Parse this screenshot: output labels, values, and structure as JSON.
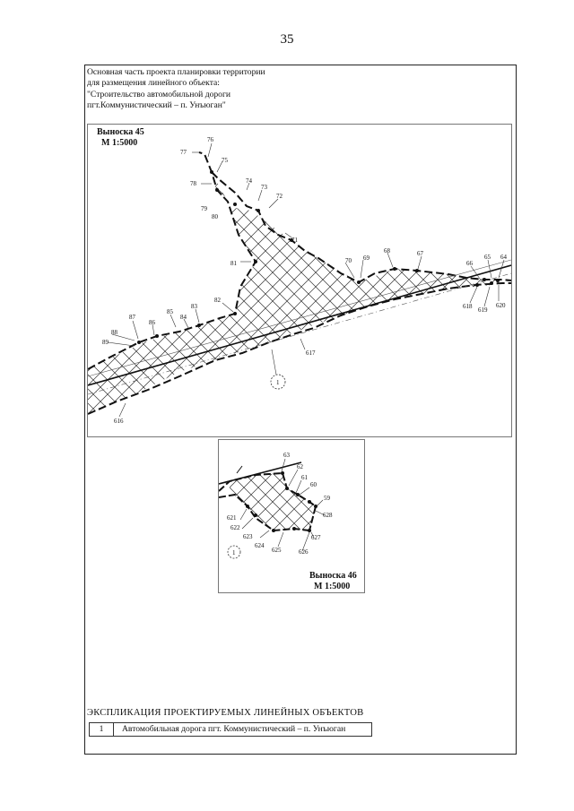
{
  "page": {
    "number": "35"
  },
  "header": {
    "lines": [
      "Основная часть проекта планировки территории",
      "для размещения линейного объекта:",
      "\"Строительство автомобильной дороги",
      "пгт.Коммунистический – п. Унъюган\""
    ]
  },
  "inset45": {
    "title": "Выноска 45",
    "scale": "М 1:5000",
    "point_labels": [
      "76",
      "77",
      "75",
      "78",
      "74",
      "73",
      "72",
      "79",
      "80",
      "71",
      "81",
      "70",
      "69",
      "68",
      "67",
      "66",
      "65",
      "64",
      "82",
      "83",
      "85",
      "84",
      "87",
      "86",
      "88",
      "89",
      "618",
      "619",
      "620",
      "617",
      "616"
    ],
    "object_marker": "1"
  },
  "inset46": {
    "title": "Выноска 46",
    "scale": "М 1:5000",
    "point_labels": [
      "63",
      "62",
      "61",
      "60",
      "59",
      "628",
      "621",
      "622",
      "623",
      "624",
      "625",
      "626",
      "627"
    ],
    "object_marker": "1"
  },
  "legend": {
    "title": "ЭКСПЛИКАЦИЯ ПРОЕКТИРУЕМЫХ ЛИНЕЙНЫХ ОБЪЕКТОВ",
    "rows": [
      {
        "number": "1",
        "text": "Автомобильная дорога пгт. Коммунистический – п. Унъюган"
      }
    ]
  },
  "colors": {
    "ink": "#111111",
    "frame": "#222222",
    "hatch": "#333333"
  }
}
